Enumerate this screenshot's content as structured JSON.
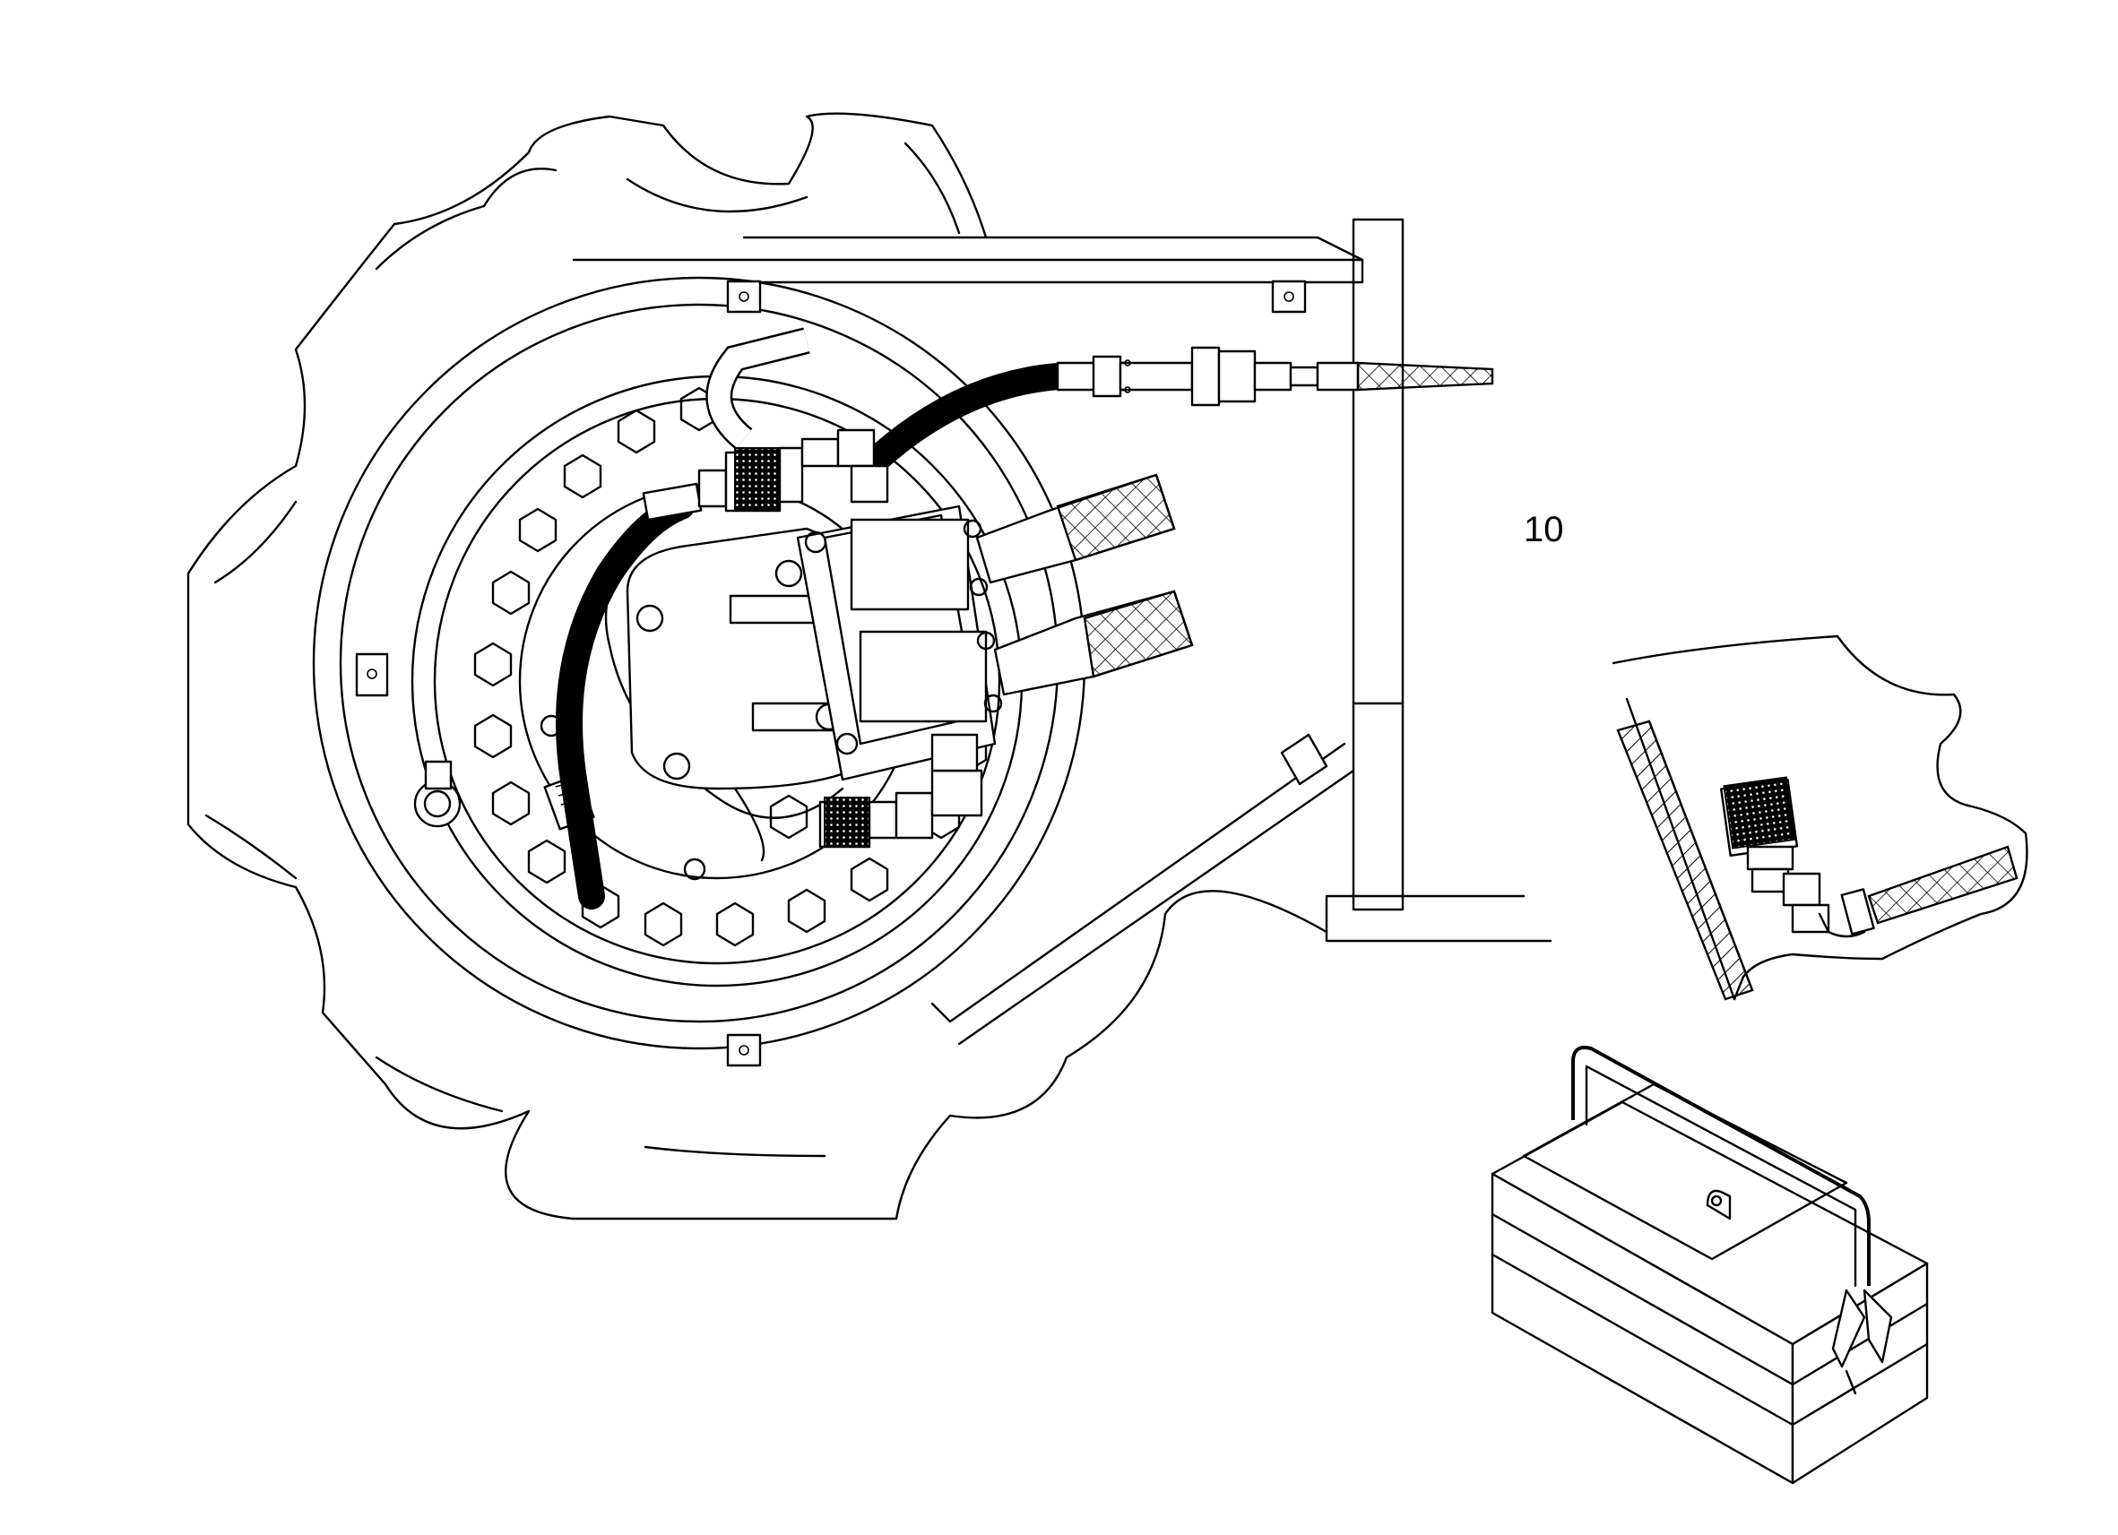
{
  "figure": {
    "reference_numeral": "10",
    "views": {
      "main": "drive-sprocket-motor-assembly",
      "detail": "pressure-port-detail",
      "accessory": "toolbox"
    },
    "colors": {
      "line": "#000000",
      "background": "#ffffff"
    }
  }
}
